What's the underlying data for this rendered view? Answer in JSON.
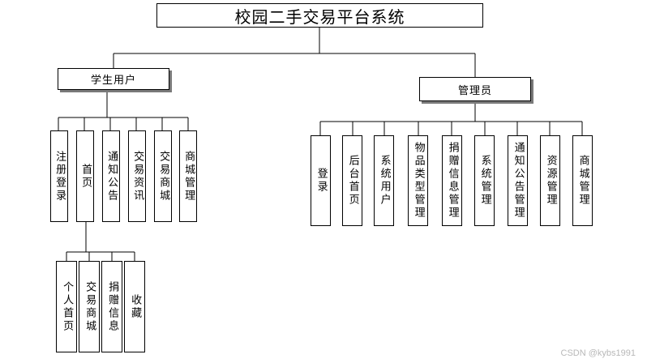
{
  "title": "校园二手交易平台系统",
  "student": {
    "label": "学生用户",
    "items": [
      "注册登录",
      "首页",
      "通知公告",
      "交易资讯",
      "交易商城",
      "商城管理"
    ],
    "home_items": [
      "个人首页",
      "交易商城",
      "捐赠信息",
      "收藏"
    ]
  },
  "admin": {
    "label": "管理员",
    "items": [
      "登录",
      "后台首页",
      "系统用户",
      "物品类型管理",
      "捐赠信息管理",
      "系统管理",
      "通知公告管理",
      "资源管理",
      "商城管理"
    ]
  },
  "watermark": "CSDN @kybs1991"
}
